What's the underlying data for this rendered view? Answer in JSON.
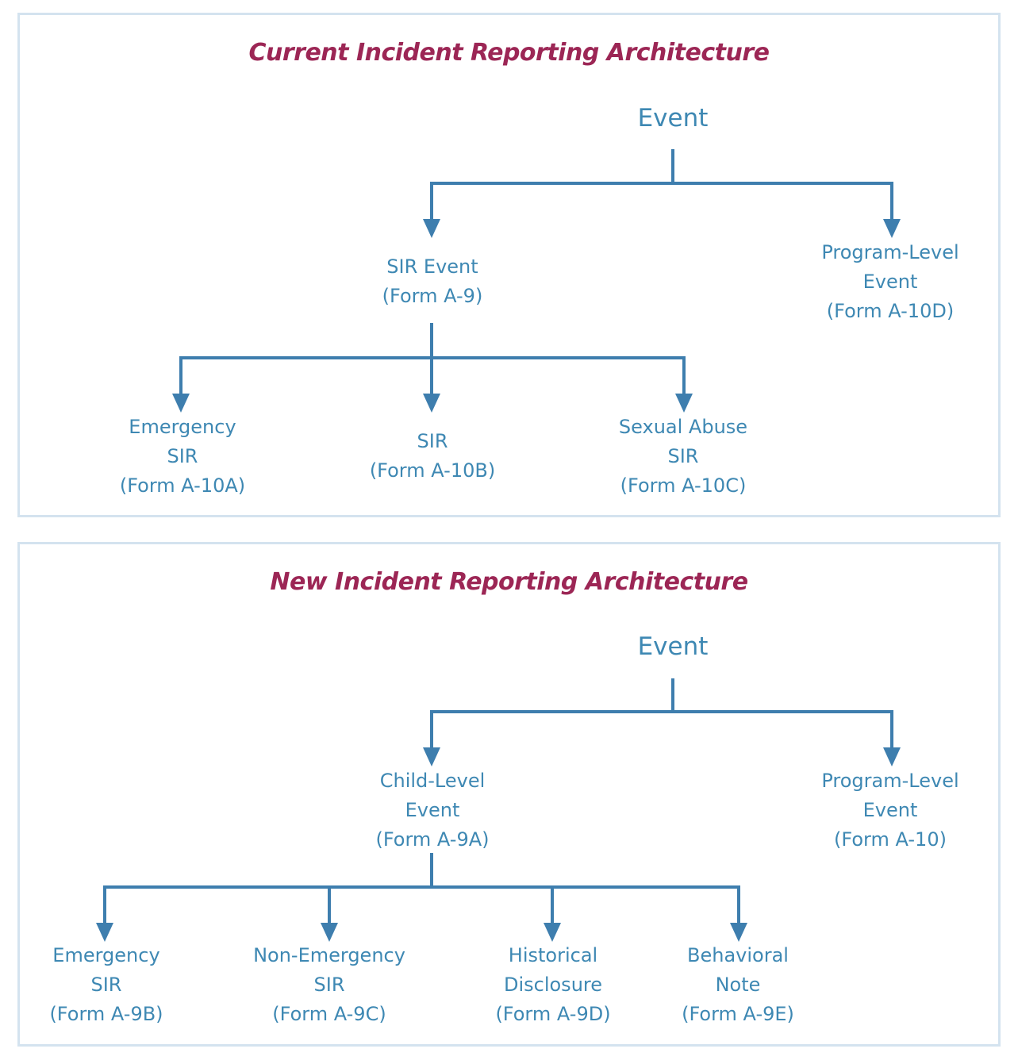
{
  "current": {
    "title": "Current Incident Reporting Architecture",
    "root": "Event",
    "sir_event": [
      "SIR Event",
      "(Form A-9)"
    ],
    "program_level": [
      "Program-Level",
      "Event",
      "(Form A-10D)"
    ],
    "emergency_sir": [
      "Emergency",
      "SIR",
      "(Form A-10A)"
    ],
    "sir": [
      "SIR",
      "(Form A-10B)"
    ],
    "sexual_abuse_sir": [
      "Sexual Abuse",
      "SIR",
      "(Form A-10C)"
    ]
  },
  "new": {
    "title": "New Incident Reporting Architecture",
    "root": "Event",
    "child_level": [
      "Child-Level",
      "Event",
      "(Form A-9A)"
    ],
    "program_level": [
      "Program-Level",
      "Event",
      "(Form A-10)"
    ],
    "emergency_sir": [
      "Emergency",
      "SIR",
      "(Form A-9B)"
    ],
    "non_emergency_sir": [
      "Non-Emergency",
      "SIR",
      "(Form A-9C)"
    ],
    "historical_disclosure": [
      "Historical",
      "Disclosure",
      "(Form A-9D)"
    ],
    "behavioral_note": [
      "Behavioral",
      "Note",
      "(Form A-9E)"
    ]
  },
  "colors": {
    "title": "#9c2655",
    "node_text": "#3e88b3",
    "connector": "#3e7eae",
    "panel_border": "#d4e3ef"
  }
}
